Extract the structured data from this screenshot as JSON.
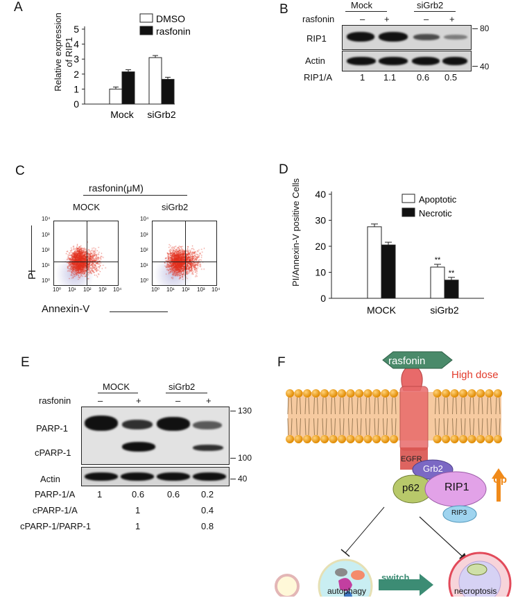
{
  "panels": {
    "a": "A",
    "b": "B",
    "c": "C",
    "d": "D",
    "e": "E",
    "f": "F"
  },
  "panelA": {
    "ylabel": [
      "Relative expression",
      "of RIP1"
    ],
    "legend": [
      "DMSO",
      "rasfonin"
    ],
    "yticks": [
      "0",
      "1",
      "2",
      "3",
      "4",
      "5"
    ]
  },
  "panelB": {
    "groups": [
      "Mock",
      "siGrb2"
    ],
    "treatment_label": "rasfonin",
    "signs": [
      "–",
      "+",
      "–",
      "+"
    ],
    "rows": [
      "RIP1",
      "Actin"
    ],
    "markers": [
      "80",
      "40"
    ],
    "ratio_label": "RIP1/A",
    "ratios": [
      "1",
      "1.1",
      "0.6",
      "0.5"
    ]
  },
  "panelC": {
    "title": "rasfonin(μM)",
    "groups": [
      "MOCK",
      "siGrb2"
    ],
    "ylabel": "PI",
    "xlabel": "Annexin-V",
    "ticks": [
      "10⁰",
      "10¹",
      "10²",
      "10³",
      "10⁴"
    ]
  },
  "panelD": {
    "ylabel": "PI/Annexin-V positive Cells",
    "legend": [
      "Apoptotic",
      "Necrotic"
    ],
    "yticks": [
      "0",
      "10",
      "20",
      "30",
      "40"
    ],
    "sig": [
      "**",
      "**"
    ]
  },
  "panelE": {
    "groups": [
      "MOCK",
      "siGrb2"
    ],
    "treatment_label": "rasfonin",
    "signs": [
      "–",
      "+",
      "–",
      "+"
    ],
    "rows": [
      "PARP-1",
      "cPARP-1",
      "Actin"
    ],
    "markers": [
      "130",
      "100",
      "40"
    ],
    "quant": [
      {
        "label": "PARP-1/A",
        "values": [
          "1",
          "0.6",
          "0.6",
          "0.2"
        ]
      },
      {
        "label": "cPARP-1/A",
        "values": [
          "",
          "1",
          "",
          "0.4"
        ]
      },
      {
        "label": "cPARP-1/PARP-1",
        "values": [
          "",
          "1",
          "",
          "0.8"
        ]
      }
    ]
  },
  "panelF": {
    "drug": "rasfonin",
    "dose": "High dose",
    "receptor": "EGFR",
    "nodes": [
      "Grb2",
      "p62",
      "RIP1",
      "RIP3"
    ],
    "up": "Up",
    "switch": "switch",
    "outcomes": [
      "autophagy",
      "necroptosis"
    ]
  },
  "chart_data": [
    {
      "type": "bar",
      "categories": [
        "Mock",
        "siGrb2"
      ],
      "series": [
        {
          "name": "DMSO",
          "values": [
            1.0,
            3.1
          ],
          "color": "#ffffff"
        },
        {
          "name": "rasfonin",
          "values": [
            2.15,
            1.65
          ],
          "color": "#111111"
        }
      ],
      "xlabel": "",
      "ylabel": "Relative expression of RIP1",
      "ylim": [
        0,
        5
      ],
      "legend": "top-right",
      "grid": false
    },
    {
      "type": "bar",
      "categories": [
        "MOCK",
        "siGrb2"
      ],
      "series": [
        {
          "name": "Apoptotic",
          "values": [
            27.5,
            12
          ],
          "color": "#ffffff"
        },
        {
          "name": "Necrotic",
          "values": [
            20.5,
            7
          ],
          "color": "#111111"
        }
      ],
      "xlabel": "",
      "ylabel": "PI/Annexin-V positive Cells",
      "ylim": [
        0,
        40
      ],
      "legend": "top-right",
      "grid": false
    }
  ]
}
